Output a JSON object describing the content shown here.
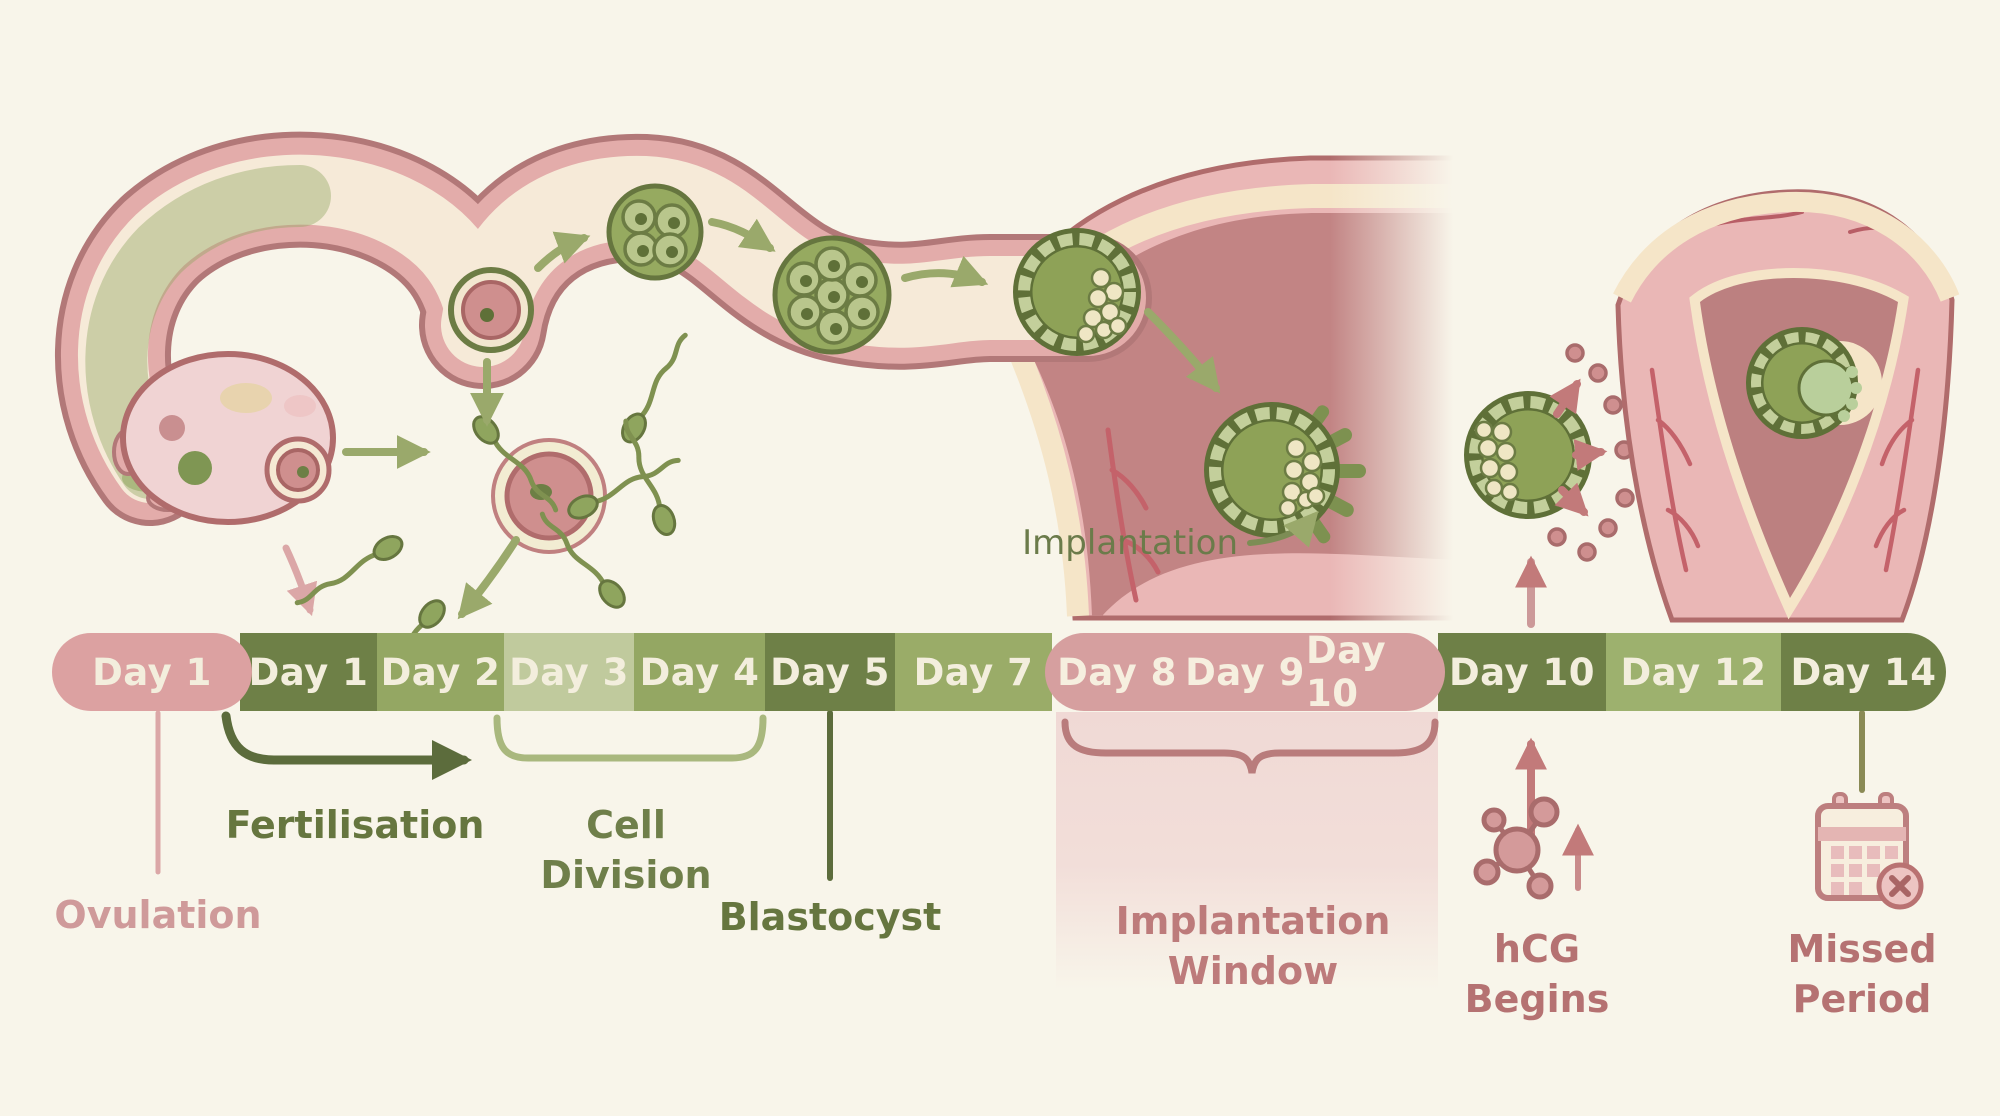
{
  "palette": {
    "background": "#f8f5ea",
    "bar_dark_green": "#6e8047",
    "bar_mid_green": "#94a763",
    "bar_light_green": "#c0ca9d",
    "bar_pink": "#dca1a1",
    "bar_text": "#f3eedd",
    "label_green": "#66763f",
    "label_pink_light": "#cf9a9a",
    "label_rose": "#bd7b7b",
    "tube_pink": "#e3acaa",
    "tube_outline": "#b27272",
    "lumen_cream": "#f6ead8",
    "cell_green": "#96aa60",
    "cell_green_light": "#c3cf9b",
    "cell_outline": "#5f7038",
    "uterus_pink": "#eab7b6",
    "uterus_cavity": "#bc8080",
    "endometrium_cream": "#f5e5c8",
    "vessel_red": "#c4626a",
    "accent_rose": "#c27a7a"
  },
  "illustration": {
    "implantation_label": "Implantation"
  },
  "timeline": {
    "segments": [
      {
        "label": "Day 1",
        "phase": "ovulation",
        "color": "#dca1a1"
      },
      {
        "label": "Day 1",
        "phase": "fertilisation",
        "color": "#6e8047"
      },
      {
        "label": "Day 2",
        "phase": "cell-division",
        "color": "#94a763"
      },
      {
        "label": "Day 3",
        "phase": "cell-division",
        "color": "#c0ca9d"
      },
      {
        "label": "Day 4",
        "phase": "cell-division",
        "color": "#94a763"
      },
      {
        "label": "Day 5",
        "phase": "blastocyst",
        "color": "#6e8047"
      },
      {
        "label": "Day 7",
        "phase": "travel",
        "color": "#9aac68"
      },
      {
        "label": "Day 8",
        "phase": "implantation-window",
        "color": "#d69f9f"
      },
      {
        "label": "Day 9",
        "phase": "implantation-window",
        "color": "#d69f9f"
      },
      {
        "label": "Day 10",
        "phase": "implantation-window",
        "color": "#d69f9f"
      },
      {
        "label": "Day 10",
        "phase": "hcg-begins",
        "color": "#6e8047"
      },
      {
        "label": "Day 12",
        "phase": "travel",
        "color": "#9db16e"
      },
      {
        "label": "Day 14",
        "phase": "missed-period",
        "color": "#6e8047"
      }
    ]
  },
  "annotations": {
    "ovulation": {
      "label": "Ovulation"
    },
    "fertilisation": {
      "label": "Fertilisation"
    },
    "cell_division": {
      "line1": "Cell",
      "line2": "Division"
    },
    "blastocyst": {
      "label": "Blastocyst"
    },
    "implantation_window": {
      "line1": "Implantation",
      "line2": "Window"
    },
    "hcg": {
      "line1": "hCG",
      "line2": "Begins"
    },
    "missed_period": {
      "line1": "Missed",
      "line2": "Period"
    }
  },
  "icons": {
    "hcg": "hcg-molecule-icon",
    "missed_period": "calendar-x-icon"
  }
}
